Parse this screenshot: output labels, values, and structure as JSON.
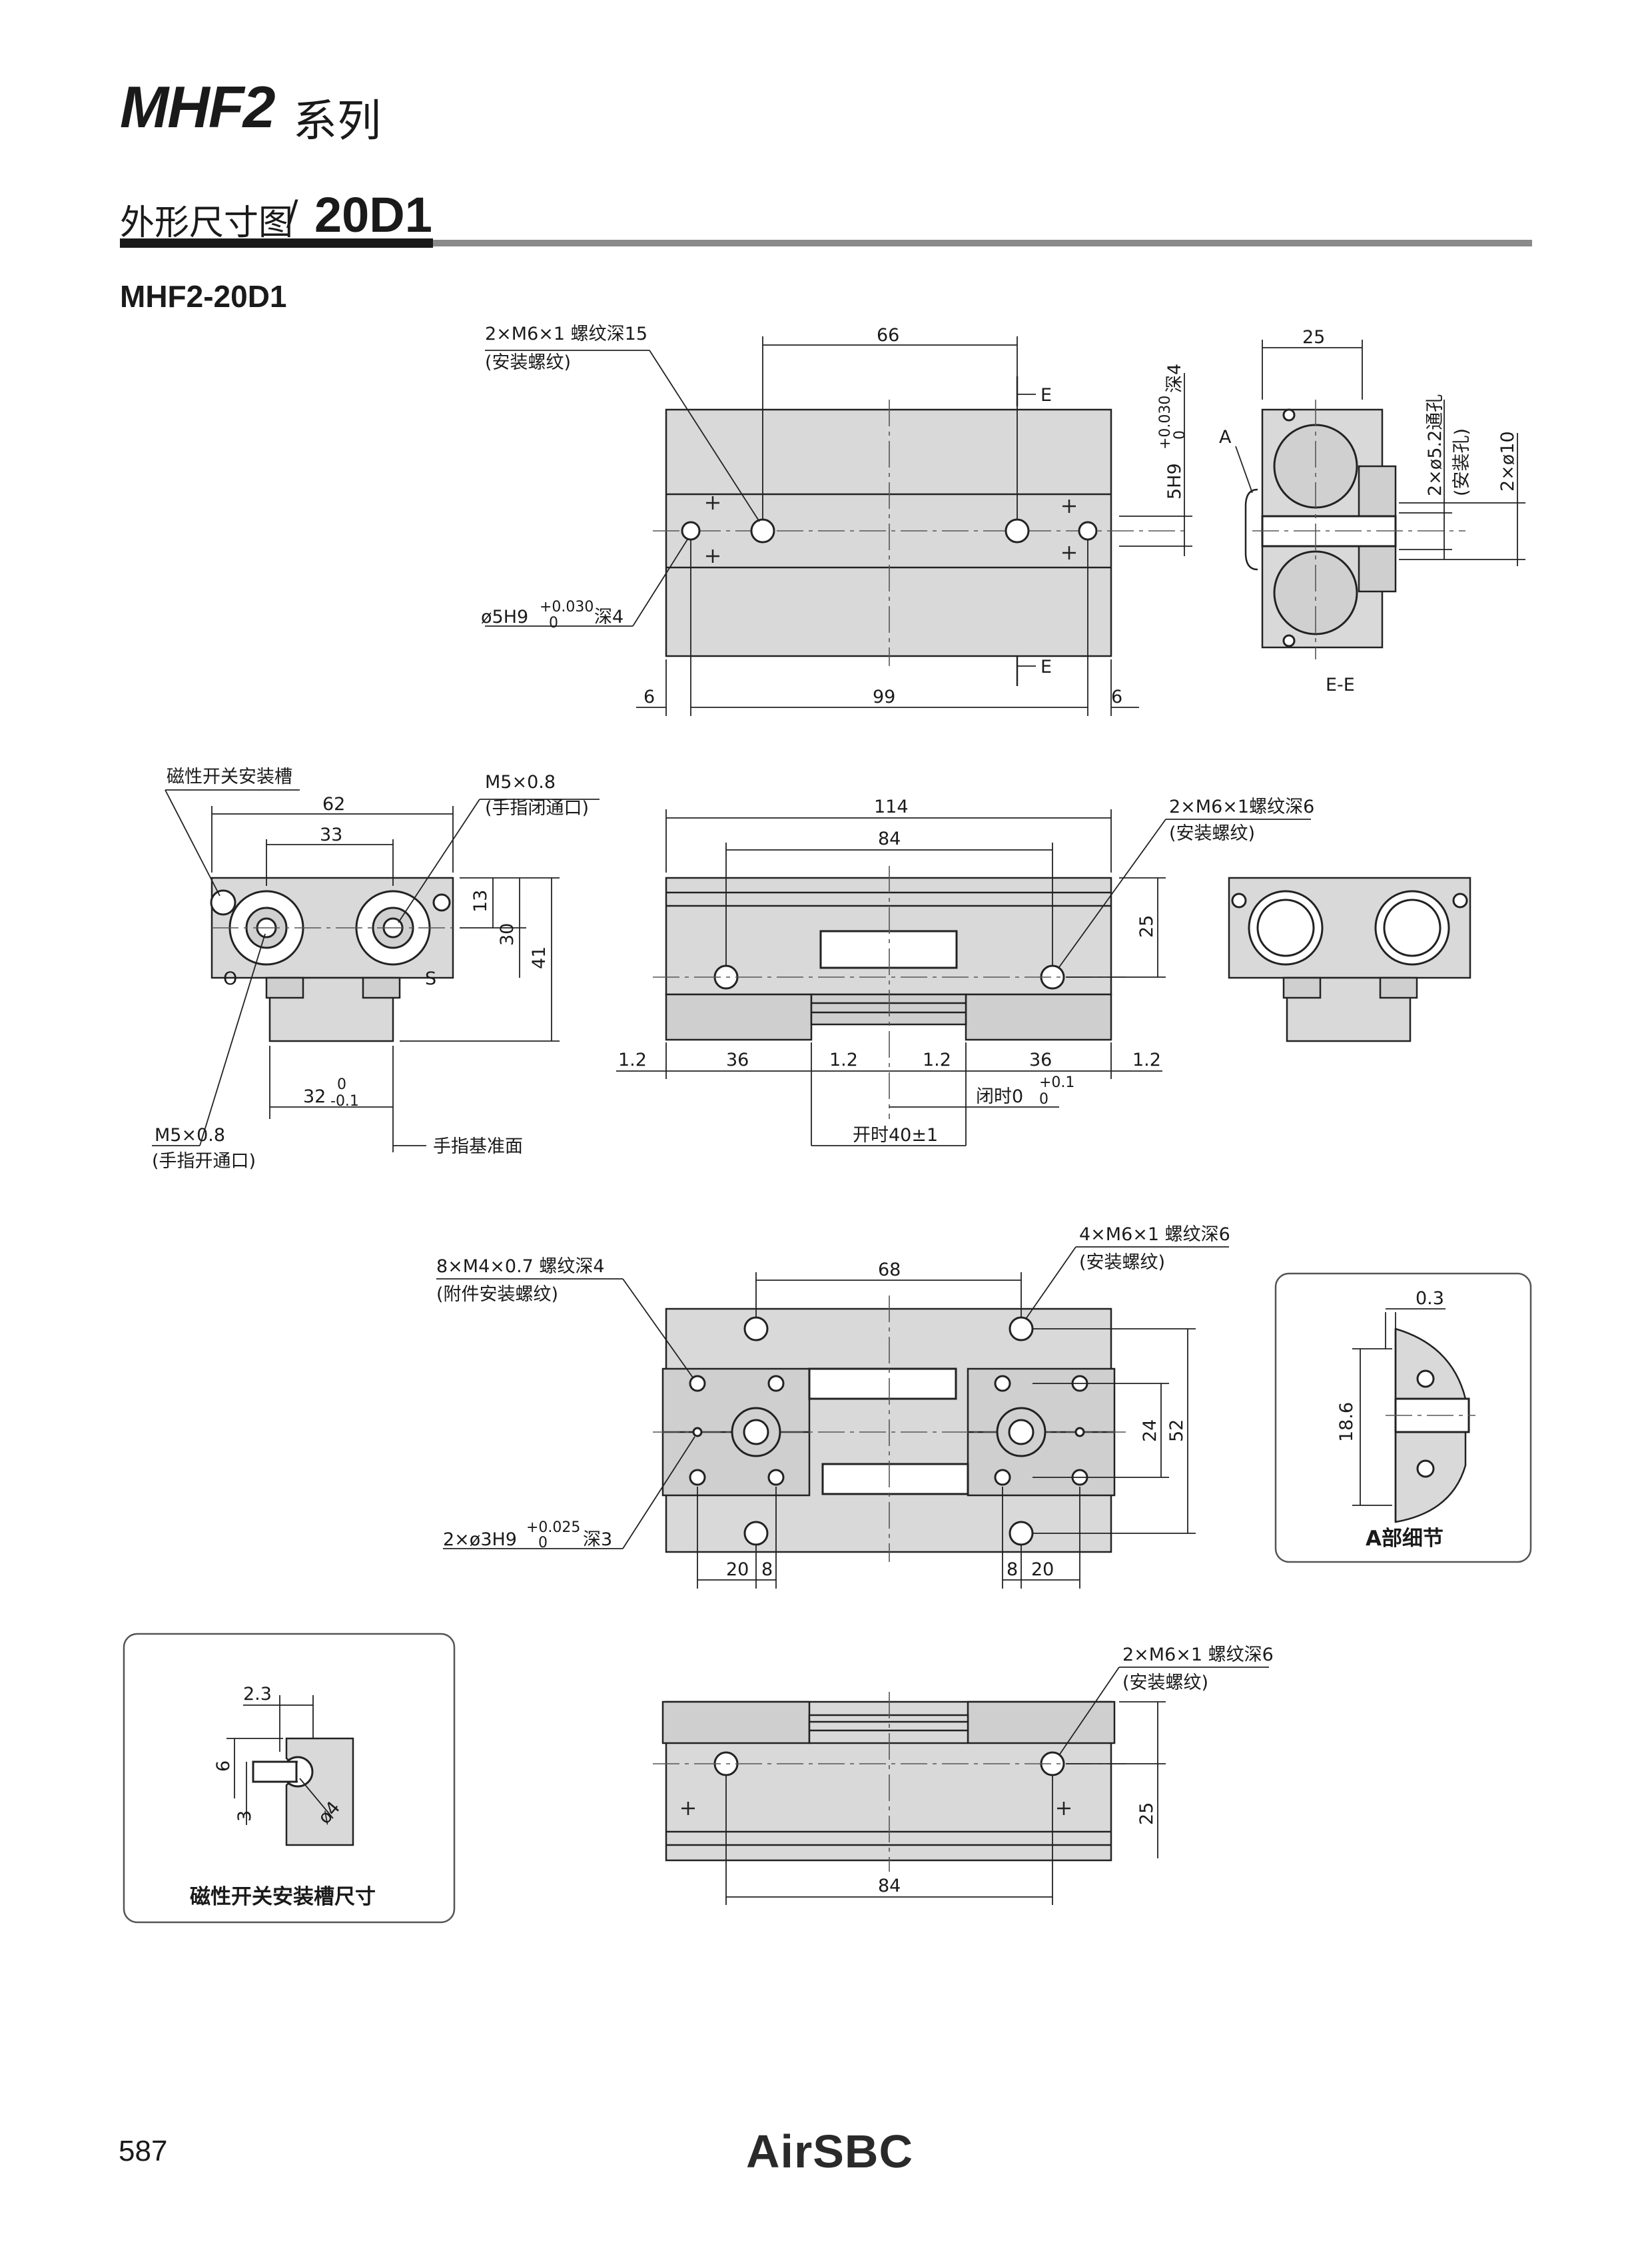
{
  "header": {
    "series_code": "MHF2",
    "series_suffix": "系列",
    "section_title": "外形尺寸图",
    "section_separator": "/",
    "section_code": "20D1",
    "model": "MHF2-20D1"
  },
  "top_view": {
    "label_thread15": "2×M6×1 螺纹深15",
    "label_thread15_note": "(安装螺纹)",
    "label_pin": "ø5H9",
    "label_pin_tol_upper": "+0.030",
    "label_pin_tol_lower": "0",
    "label_pin_depth": "深4",
    "dim_66": "66",
    "dim_99": "99",
    "dim_6_left": "6",
    "dim_6_right": "6",
    "section_mark_top": "E",
    "section_mark_bottom": "E",
    "label_5h9": "5H9",
    "label_5h9_tol_upper": "+0.030",
    "label_5h9_tol_lower": "0",
    "label_5h9_depth": "深4"
  },
  "section_ee": {
    "dim_25": "25",
    "label_a": "A",
    "label_hole": "2×ø5.2通孔",
    "label_hole_note": "(安装孔)",
    "label_dia10": "2×ø10",
    "caption": "E-E"
  },
  "side_view": {
    "label_switch_slot": "磁性开关安装槽",
    "label_m5_close": "M5×0.8",
    "label_m5_close_note": "(手指闭通口)",
    "dim_62": "62",
    "dim_33": "33",
    "dim_13": "13",
    "dim_30": "30",
    "dim_41": "41",
    "port_o": "O",
    "port_s": "S",
    "dim_32": "32",
    "dim_32_tol_upper": "0",
    "dim_32_tol_lower": "-0.1",
    "label_m5_open": "M5×0.8",
    "label_m5_open_note": "(手指开通口)",
    "label_finger_datum": "手指基准面"
  },
  "front_view": {
    "dim_114": "114",
    "dim_84": "84",
    "dim_25": "25",
    "label_thread6": "2×M6×1螺纹深6",
    "label_thread6_note": "(安装螺纹)",
    "dim_1_2_a": "1.2",
    "dim_36_left": "36",
    "dim_1_2_b": "1.2",
    "dim_1_2_c": "1.2",
    "dim_36_right": "36",
    "dim_1_2_d": "1.2",
    "label_closed": "闭时0",
    "label_closed_tol_upper": "+0.1",
    "label_closed_tol_lower": "0",
    "label_open": "开时40±1"
  },
  "bottom_view": {
    "label_m4": "8×M4×0.7 螺纹深4",
    "label_m4_note": "(附件安装螺纹)",
    "dim_68": "68",
    "label_m6_4": "4×M6×1 螺纹深6",
    "label_m6_4_note": "(安装螺纹)",
    "dim_24": "24",
    "dim_52": "52",
    "label_pin3": "2×ø3H9",
    "label_pin3_tol_upper": "+0.025",
    "label_pin3_tol_lower": "0",
    "label_pin3_depth": "深3",
    "dim_20_left": "20",
    "dim_8_left": "8",
    "dim_8_right": "8",
    "dim_20_right": "20"
  },
  "detail_a": {
    "dim_0_3": "0.3",
    "dim_18_6": "18.6",
    "caption": "A部细节"
  },
  "slot_detail": {
    "dim_2_3": "2.3",
    "dim_6": "6",
    "dim_3": "3",
    "dim_dia4": "ø4",
    "caption": "磁性开关安装槽尺寸"
  },
  "lower_front_view": {
    "label_thread6": "2×M6×1 螺纹深6",
    "label_thread6_note": "(安装螺纹)",
    "dim_25": "25",
    "dim_84": "84"
  },
  "footer": {
    "page_number": "587",
    "brand": "AirSBC"
  }
}
